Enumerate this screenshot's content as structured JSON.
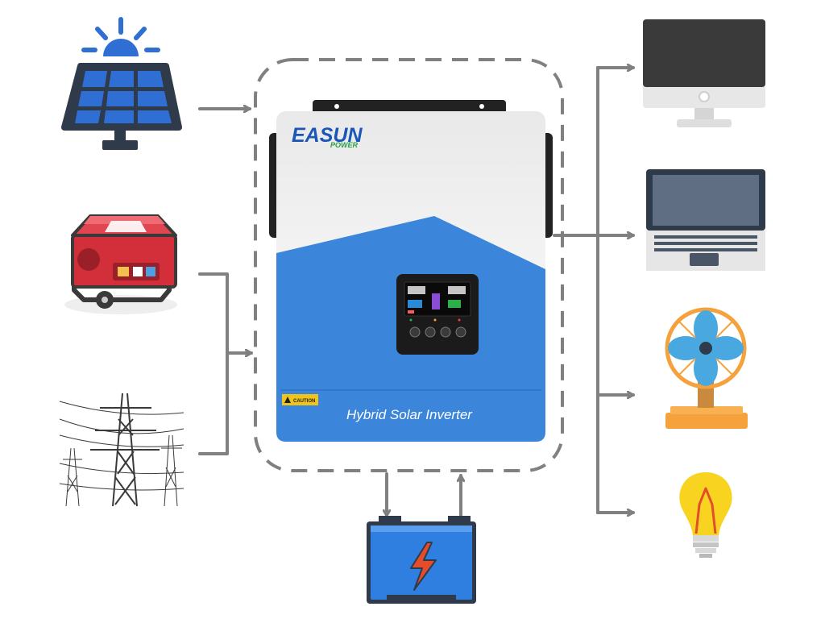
{
  "inverter": {
    "brand": "EASUN",
    "brand_sub": "POWER",
    "product_name": "Hybrid Solar Inverter",
    "caution_label": "CAUTION"
  },
  "colors": {
    "arrow": "#808080",
    "inverter_blue": "#3b86da",
    "brand_blue": "#1a55b8",
    "brand_green": "#27a048",
    "solar_blue": "#2f6fd3",
    "generator_red": "#d32f3b",
    "battery_blue": "#2f7fe0",
    "fan_blue": "#4aa8e0",
    "fan_orange": "#f4a340",
    "bulb_yellow": "#f8d320"
  },
  "inputs": [
    "solar-panel-icon",
    "generator-icon",
    "power-grid-tower-icon"
  ],
  "outputs": [
    "desktop-monitor-icon",
    "laptop-icon",
    "desk-fan-icon",
    "light-bulb-icon"
  ],
  "storage": "battery-icon"
}
